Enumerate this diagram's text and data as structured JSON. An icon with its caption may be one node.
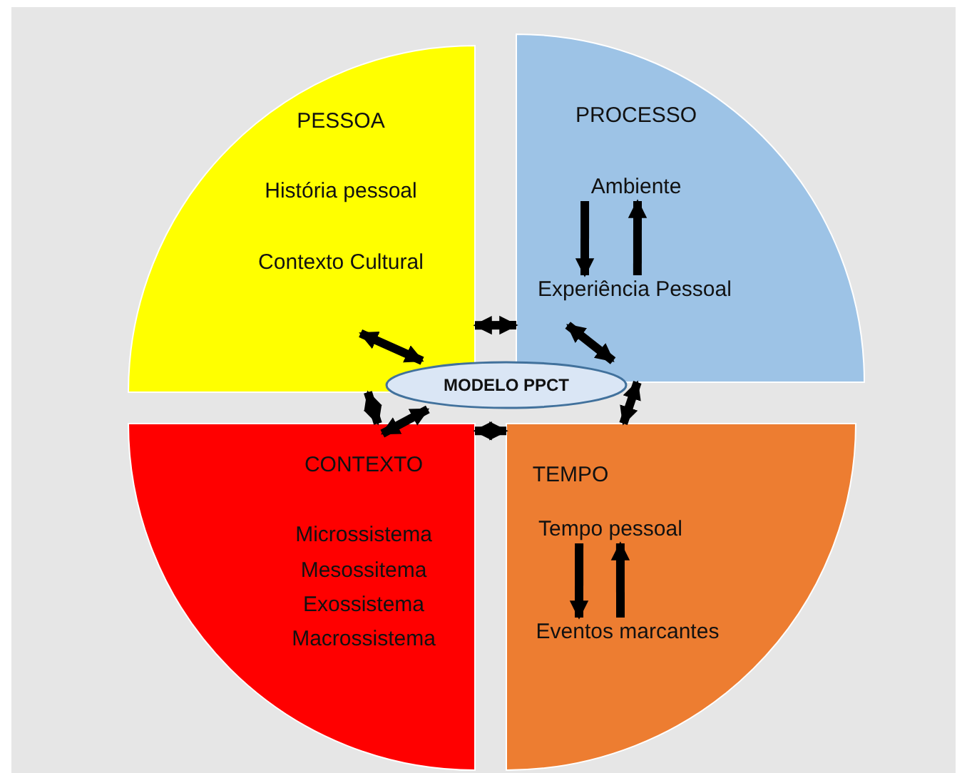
{
  "diagram": {
    "nodes": [
      {
        "text": [
          "PESSOA",
          "História pessoal",
          "Contexto Cultural"
        ]
      },
      {
        "text": [
          "PROCESSO"
        ]
      },
      {
        "text": [
          "Ambiente"
        ],
        "in": 1
      },
      {
        "text": [
          "Experiência Pessoal"
        ],
        "in": 1
      },
      {
        "text": [
          "MODELO PPCT"
        ]
      },
      {
        "text": [
          "CONTEXTO",
          "Microssistema",
          "Mesossitema",
          "Exossistema",
          "Macrossistema"
        ]
      },
      {
        "text": [
          "TEMPO"
        ]
      },
      {
        "text": [
          "Tempo pessoal"
        ],
        "in": 6
      },
      {
        "text": [
          "Eventos marcantes"
        ],
        "in": 6
      }
    ],
    "edges": [
      {
        "from": 0,
        "to": 1,
        "arrow": "both"
      },
      {
        "from": 2,
        "to": 3,
        "arrow": "to"
      },
      {
        "from": 3,
        "to": 2,
        "arrow": "to"
      },
      {
        "from": 1,
        "to": 6,
        "arrow": "both"
      },
      {
        "from": 0,
        "to": 5,
        "arrow": "both"
      },
      {
        "from": 5,
        "to": 6,
        "arrow": "both"
      },
      {
        "from": 7,
        "to": 8,
        "arrow": "to"
      },
      {
        "from": 8,
        "to": 7,
        "arrow": "to"
      },
      {
        "from": 0,
        "to": 4,
        "arrow": "both"
      },
      {
        "from": 1,
        "to": 4,
        "arrow": "both"
      },
      {
        "from": 5,
        "to": 4,
        "arrow": "both"
      }
    ]
  }
}
